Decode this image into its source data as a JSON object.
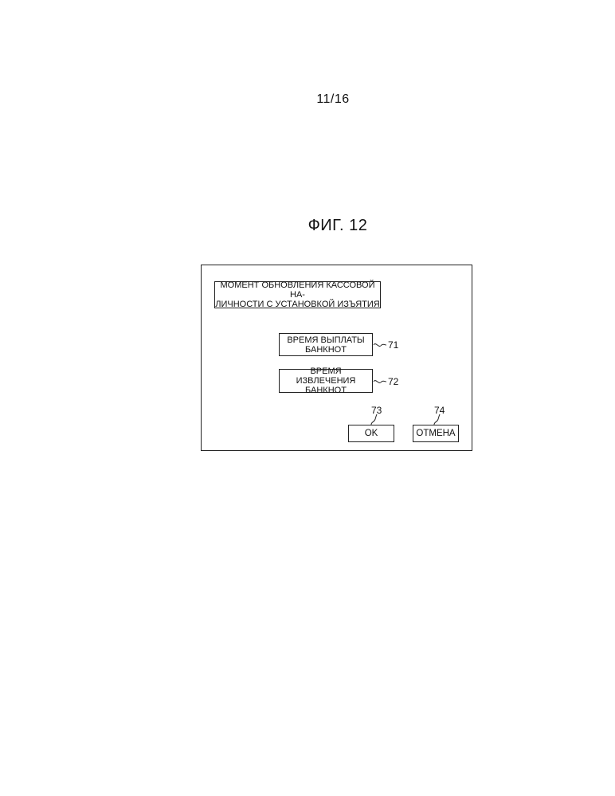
{
  "page_number": "11/16",
  "figure_title": "ФИГ. 12",
  "dialog": {
    "title_line1": "МОМЕНТ ОБНОВЛЕНИЯ КАССОВОЙ НА-",
    "title_line2": "ЛИЧНОСТИ С УСТАНОВКОЙ ИЗЪЯТИЯ",
    "payout_time_line1": "ВРЕМЯ ВЫПЛАТЫ",
    "payout_time_line2": "БАНКНОТ",
    "extraction_time_line1": "ВРЕМЯ ИЗВЛЕЧЕНИЯ",
    "extraction_time_line2": "БАНКНОТ",
    "ok_label": "OK",
    "cancel_label": "ОТМЕНА"
  },
  "reference_numerals": {
    "payout": "71",
    "extraction": "72",
    "ok": "73",
    "cancel": "74"
  }
}
